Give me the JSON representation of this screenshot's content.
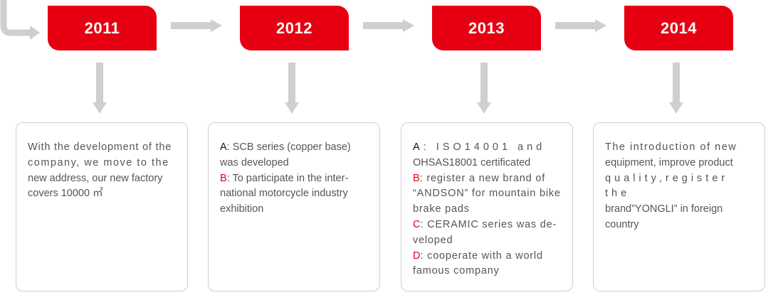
{
  "years": [
    "2011",
    "2012",
    "2013",
    "2014"
  ],
  "entries": [
    {
      "lines": [
        "With the development of the",
        "company, we move to the",
        "new address, our new factory",
        "covers 10000 ㎡"
      ]
    },
    {
      "items": [
        {
          "label": "A",
          "text": ": SCB series (copper base) was developed"
        },
        {
          "label": "B",
          "text": ": To participate in the inter- national motorcycle industry exhibition"
        }
      ]
    },
    {
      "items": [
        {
          "label": "A",
          "text": ": ISO14001 and",
          "text2": "OHSAS18001 certificated"
        },
        {
          "label": "B",
          "text": ": register a new brand of “ANDSON” for mountain bike brake pads"
        },
        {
          "label": "C",
          "text": ": CERAMIC series was de- veloped"
        },
        {
          "label": "D",
          "text": ": cooperate with a world famous company"
        }
      ]
    },
    {
      "lines": [
        "The introduction of new",
        "equipment, improve product",
        "quality,register the",
        "brand”YONGLI” in foreign",
        "country"
      ]
    }
  ],
  "colors": {
    "accent": "#e60012",
    "arrow": "#cfcfcf",
    "border": "#cfcfcf",
    "text": "#555555"
  }
}
